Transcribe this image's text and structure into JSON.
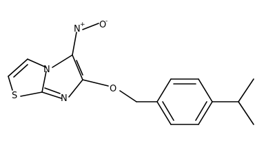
{
  "molecule": {
    "atoms": {
      "oxide_oxygen": "O",
      "oxide_charge": "-",
      "nitro_nitrogen": "N",
      "nitro_charge": "+",
      "ring_nitrogen_bridge": "N",
      "ring_nitrogen": "N",
      "sulfur": "S",
      "ether_oxygen": "O"
    }
  }
}
